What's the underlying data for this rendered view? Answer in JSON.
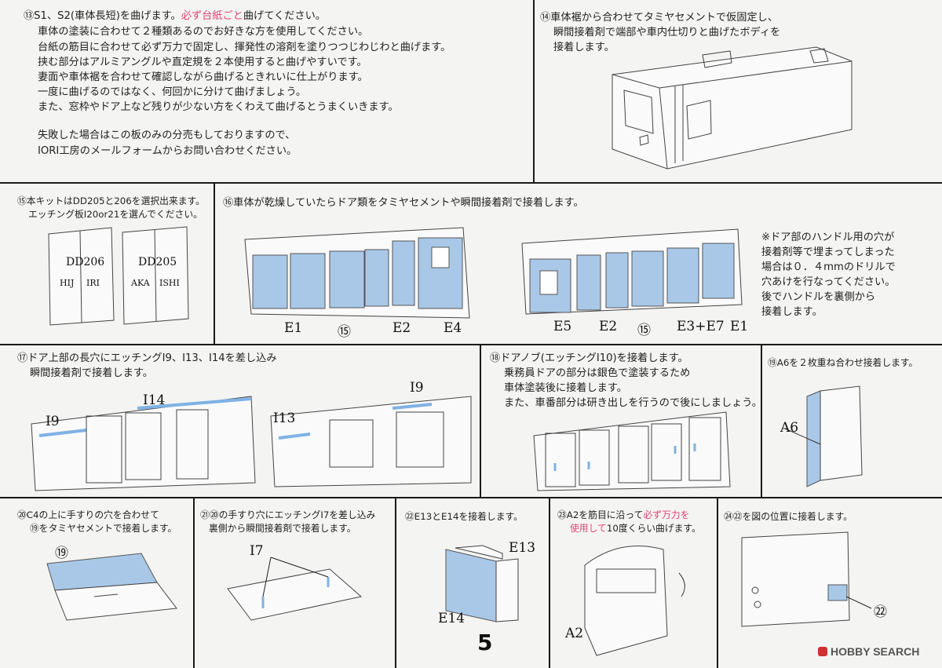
{
  "page_number": "5",
  "watermark": {
    "brand": "HOBBY SEARCH"
  },
  "steps": {
    "s13": {
      "line1_pre": "⑬S1、S2(車体長短)を曲げます。",
      "line1_hl": "必ず台紙ごと",
      "line1_post": "曲げてください。",
      "lines": [
        "車体の塗装に合わせて２種類あるのでお好きな方を使用してください。",
        "台紙の筋目に合わせて必ず万力で固定し、揮発性の溶剤を塗りつつじわじわと曲げます。",
        "挟む部分はアルミアングルや直定規を２本使用すると曲げやすいです。",
        "妻面や車体裾を合わせて確認しながら曲げるときれいに仕上がります。",
        "一度に曲げるのではなく、何回かに分けて曲げましょう。",
        "また、窓枠やドア上など残りが少ない方をくわえて曲げるとうまくいきます。"
      ],
      "fail_lines": [
        "失敗した場合はこの板のみの分売もしておりますので、",
        "IORI工房のメールフォームからお問い合わせください。"
      ]
    },
    "s14": {
      "lines": [
        "⑭車体裾から合わせてタミヤセメントで仮固定し、",
        "瞬間接着剤で端部や車内仕切りと曲げたボディを",
        "接着します。"
      ]
    },
    "s15": {
      "lines": [
        "⑮本キットはDD205と206を選択出来ます。",
        "エッチング板I20or21を選んでください。"
      ],
      "plate1": {
        "number": "DD206",
        "left": "HIJ",
        "right": "IRI"
      },
      "plate2": {
        "number": "DD205",
        "left": "AKA",
        "right": "ISHI"
      }
    },
    "s16": {
      "line": "⑯車体が乾燥していたらドア類をタミヤセメントや瞬間接着剤で接着します。",
      "labels_left": [
        "E1",
        "⑮",
        "E2",
        "E4"
      ],
      "labels_right": [
        "E5",
        "E2",
        "⑮",
        "E3+E7",
        "E1"
      ],
      "note_lines": [
        "※ドア部のハンドル用の穴が",
        "接着剤等で埋まってしまった",
        "場合は０．４mmのドリルで",
        "穴あけを行なってください。",
        "後でハンドルを裏側から",
        "接着します。"
      ]
    },
    "s17": {
      "lines": [
        "⑰ドア上部の長穴にエッチングI9、I13、I14を差し込み",
        "瞬間接着剤で接着します。"
      ],
      "labels": [
        "I9",
        "I14",
        "I13",
        "I9"
      ]
    },
    "s18": {
      "lines": [
        "⑱ドアノブ(エッチングI10)を接着します。",
        "乗務員ドアの部分は銀色で塗装するため",
        "車体塗装後に接着します。",
        "また、車番部分は研き出しを行うので後にしましょう。"
      ]
    },
    "s19": {
      "line": "⑲A6を２枚重ね合わせ接着します。",
      "label": "A6"
    },
    "s20": {
      "lines": [
        "⑳C4の上に手すりの穴を合わせて",
        "⑲をタミヤセメントで接着します。"
      ],
      "label": "⑲"
    },
    "s21": {
      "lines": [
        "㉑⑳の手すり穴にエッチングI7を差し込み",
        "裏側から瞬間接着剤で接着します。"
      ],
      "label": "I7"
    },
    "s22": {
      "line": "㉒E13とE14を接着します。",
      "labels": [
        "E13",
        "E14"
      ]
    },
    "s23": {
      "line1_pre": "㉓A2を筋目に沿って",
      "line1_hl": "必ず万力を",
      "line2_hl": "使用して",
      "line2_post": "10度くらい曲げます。",
      "label": "A2"
    },
    "s24": {
      "line": "㉔㉒を図の位置に接着します。",
      "label": "㉒"
    }
  },
  "colors": {
    "part_blue": "#a9c8e8",
    "highlight_pink": "#e0447a",
    "line": "#1a1a1a",
    "bg": "#f4f4f2"
  }
}
